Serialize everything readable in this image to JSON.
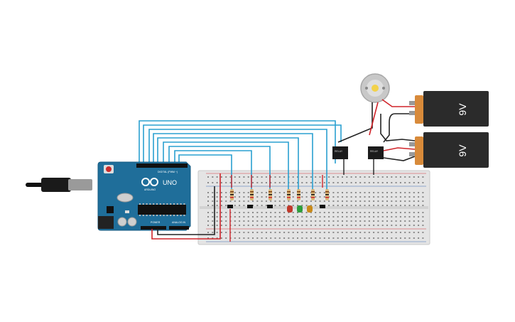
{
  "canvas": {
    "background": "#ffffff"
  },
  "arduino": {
    "logo_text": "UNO",
    "brand_text": "ARDUINO",
    "digital_label": "DIGITAL (PWM ~)",
    "power_label": "POWER",
    "analog_label": "ANALOG IN",
    "board_color": "#1f6e9a"
  },
  "batteries": [
    {
      "label": "9V"
    },
    {
      "label": "9V"
    }
  ],
  "relays": [
    {
      "label": "RELAY"
    },
    {
      "label": "RELAY"
    }
  ],
  "leds": [
    {
      "color": "#c0392b"
    },
    {
      "color": "#2e9e3c"
    },
    {
      "color": "#c98a1a"
    }
  ],
  "colors": {
    "wire_blue": "#2aa0d0",
    "wire_red": "#d0242a",
    "wire_black": "#222222",
    "breadboard": "#e6e6e6",
    "battery_body": "#2b2b2b",
    "battery_cap": "#d88a3a"
  },
  "icons": {
    "infinity_logo": "infinity-logo-icon",
    "motor": "dc-motor-icon",
    "usb": "usb-cable-icon"
  }
}
